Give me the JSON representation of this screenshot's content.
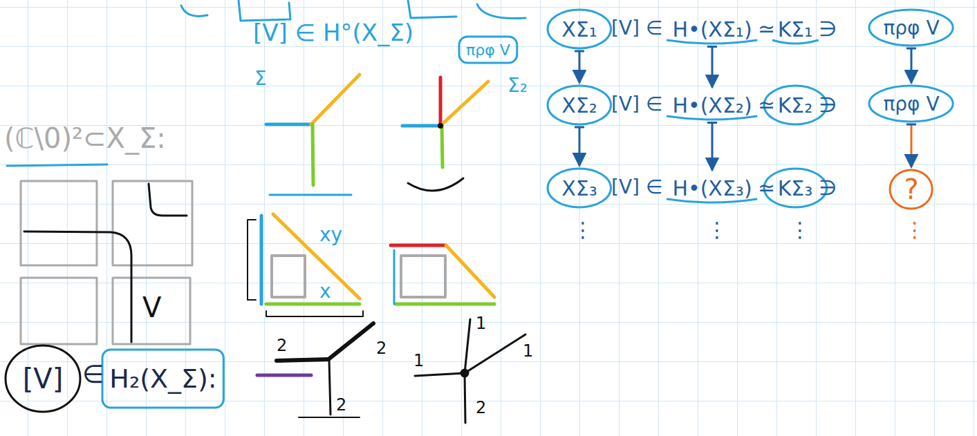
{
  "diagram": {
    "nodes": [
      {
        "text": [
          "[V]"
        ]
      },
      {
        "text": [
          "H₂(X_Σ):"
        ]
      },
      {
        "text": [
          "πρφ V"
        ]
      },
      {
        "text": [
          "XΣ₁"
        ]
      },
      {
        "text": [
          "H•(XΣ₁)"
        ]
      },
      {
        "text": [
          "KΣ₁"
        ]
      },
      {
        "text": [
          "πρφ V"
        ]
      },
      {
        "text": [
          "XΣ₂"
        ]
      },
      {
        "text": [
          "H•(XΣ₂)"
        ]
      },
      {
        "text": [
          "KΣ₂"
        ]
      },
      {
        "text": [
          "πρφ V"
        ]
      },
      {
        "text": [
          "XΣ₃"
        ]
      },
      {
        "text": [
          "H•(XΣ₃)"
        ]
      },
      {
        "text": [
          "KΣ₃"
        ]
      },
      {
        "text": [
          "?"
        ]
      }
    ],
    "edges": [
      {
        "from": 3,
        "to": 7,
        "arrow": "to"
      },
      {
        "from": 7,
        "to": 11,
        "arrow": "to"
      },
      {
        "from": 4,
        "to": 8,
        "arrow": "to"
      },
      {
        "from": 8,
        "to": 12,
        "arrow": "to"
      },
      {
        "from": 6,
        "to": 10,
        "arrow": "to"
      },
      {
        "from": 10,
        "to": 14,
        "arrow": "to"
      }
    ],
    "labels": [
      "(ℂ\\0)²⊂X_Σ:",
      "V",
      "∈",
      "[V] ∈ H°(X_Σ)",
      "Σ",
      "xy",
      "x",
      "2",
      "2",
      "2",
      "1",
      "1",
      "1",
      "2",
      "Σ₂",
      "[V] ∈",
      "≃",
      "∋",
      "[V] ∈",
      "≃",
      "∋",
      "[V] ∈",
      "≃",
      "∋",
      "⋮",
      "⋮",
      "⋮",
      "⋮"
    ]
  }
}
